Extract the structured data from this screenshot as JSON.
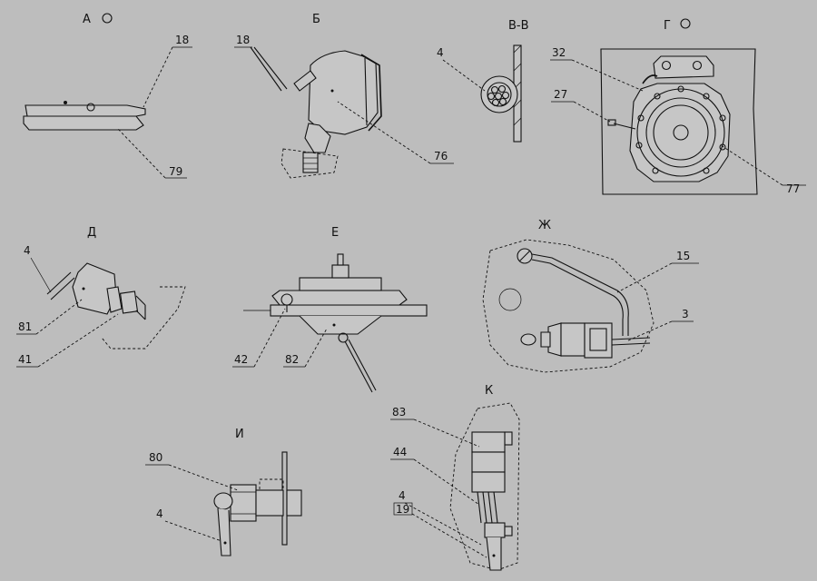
{
  "views": {
    "A": "А",
    "B": "Б",
    "VV": "В-В",
    "G": "Г",
    "D": "Д",
    "E": "Е",
    "Zh": "Ж",
    "I": "И",
    "K": "К"
  },
  "callouts": {
    "a_18": "18",
    "a_79": "79",
    "b_18": "18",
    "b_76": "76",
    "vv_4": "4",
    "g_32": "32",
    "g_27": "27",
    "g_77": "77",
    "d_4": "4",
    "d_81": "81",
    "d_41": "41",
    "e_42": "42",
    "e_82": "82",
    "zh_15": "15",
    "zh_3": "3",
    "i_80": "80",
    "i_4": "4",
    "k_83": "83",
    "k_44": "44",
    "k_4": "4",
    "k_19": "19"
  }
}
